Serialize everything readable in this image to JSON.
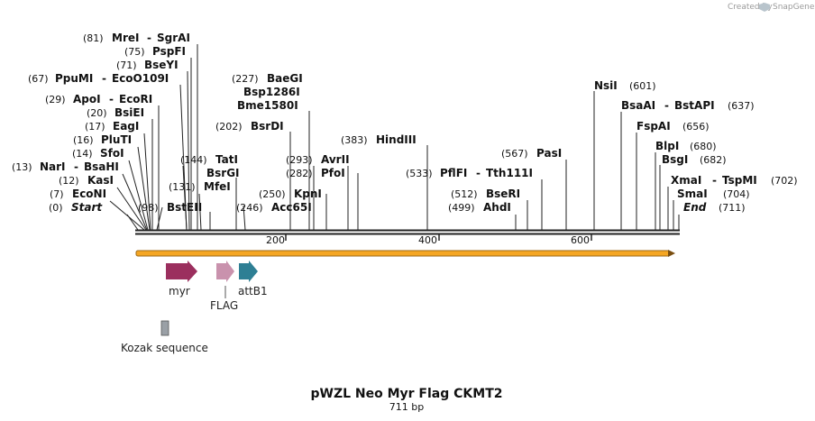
{
  "credit": {
    "prefix": "Created by",
    "brand": "SnapGene"
  },
  "title": "pWZL Neo Myr Flag CKMT2",
  "subtitle": "711 bp",
  "ruler": {
    "ticks": [
      "200",
      "400",
      "600"
    ]
  },
  "sites": [
    {
      "pos": "(81)",
      "name": "MreI",
      "sep": "-",
      "name2": "SgrAI"
    },
    {
      "pos": "(75)",
      "name": "PspFI"
    },
    {
      "pos": "(71)",
      "name": "BseYI"
    },
    {
      "pos": "(67)",
      "name": "PpuMI",
      "sep": "-",
      "name2": "EcoO109I"
    },
    {
      "pos": "(29)",
      "name": "ApoI",
      "sep": "-",
      "name2": "EcoRI"
    },
    {
      "pos": "(20)",
      "name": "BsiEI"
    },
    {
      "pos": "(17)",
      "name": "EagI"
    },
    {
      "pos": "(16)",
      "name": "PluTI"
    },
    {
      "pos": "(14)",
      "name": "SfoI"
    },
    {
      "pos": "(13)",
      "name": "NarI",
      "sep": "-",
      "name2": "BsaHI"
    },
    {
      "pos": "(12)",
      "name": "KasI"
    },
    {
      "pos": "(7)",
      "name": "EcoNI"
    },
    {
      "pos": "(0)",
      "name": "Start"
    },
    {
      "pos": "(98)",
      "name": "BstEII"
    },
    {
      "pos": "(131)",
      "name": "MfeI"
    },
    {
      "pos": "(144)",
      "name": "TatI"
    },
    {
      "pos": "",
      "name": "BsrGI"
    },
    {
      "pos": "(246)",
      "name": "Acc65I"
    },
    {
      "pos": "(250)",
      "name": "KpnI"
    },
    {
      "pos": "(282)",
      "name": "PfoI"
    },
    {
      "pos": "(293)",
      "name": "AvrII"
    },
    {
      "pos": "(202)",
      "name": "BsrDI"
    },
    {
      "pos": "(227)",
      "name": "BaeGI"
    },
    {
      "pos": "",
      "name": "Bsp1286I"
    },
    {
      "pos": "",
      "name": "Bme1580I"
    },
    {
      "pos": "(383)",
      "name": "HindIII"
    },
    {
      "pos": "(533)",
      "name": "PflFI",
      "sep": "-",
      "name2": "Tth111I"
    },
    {
      "pos": "(567)",
      "name": "PasI"
    },
    {
      "pos": "(512)",
      "name": "BseRI"
    },
    {
      "pos": "(499)",
      "name": "AhdI"
    },
    {
      "pos": "(601)",
      "name": "NsiI"
    },
    {
      "pos": "(637)",
      "name": "BsaAI",
      "sep": "-",
      "name2": "BstAPI"
    },
    {
      "pos": "(656)",
      "name": "FspAI"
    },
    {
      "pos": "(680)",
      "name": "BlpI"
    },
    {
      "pos": "(682)",
      "name": "BsgI"
    },
    {
      "pos": "(702)",
      "name": "XmaI",
      "sep": "-",
      "name2": "TspMI"
    },
    {
      "pos": "(704)",
      "name": "SmaI"
    },
    {
      "pos": "(711)",
      "name": "End"
    }
  ],
  "features": [
    {
      "label": "myr",
      "color": "#9b2f5e"
    },
    {
      "label": "FLAG",
      "color": "#c992ad"
    },
    {
      "label": "attB1",
      "color": "#2e7f94"
    },
    {
      "label": "Kozak sequence",
      "color": "#9aa0a6"
    }
  ],
  "colors": {
    "orf_fill": "#f5a623",
    "orf_stroke": "#9c6a1a",
    "backbone": "#222222"
  }
}
